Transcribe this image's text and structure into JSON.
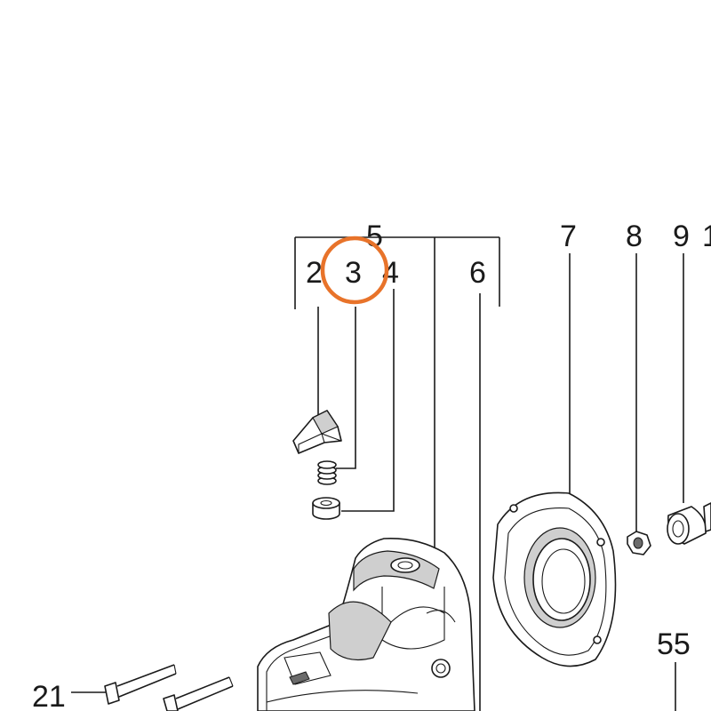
{
  "labels": {
    "l5": "5",
    "l2": "2",
    "l3": "3",
    "l4": "4",
    "l6": "6",
    "l7": "7",
    "l8": "8",
    "l9": "9",
    "l10": "1",
    "l55": "55",
    "l21": "21"
  },
  "highlight": {
    "label": "3",
    "color": "#E8732A"
  },
  "colors": {
    "line": "#1a1a1a",
    "background": "#ffffff"
  }
}
